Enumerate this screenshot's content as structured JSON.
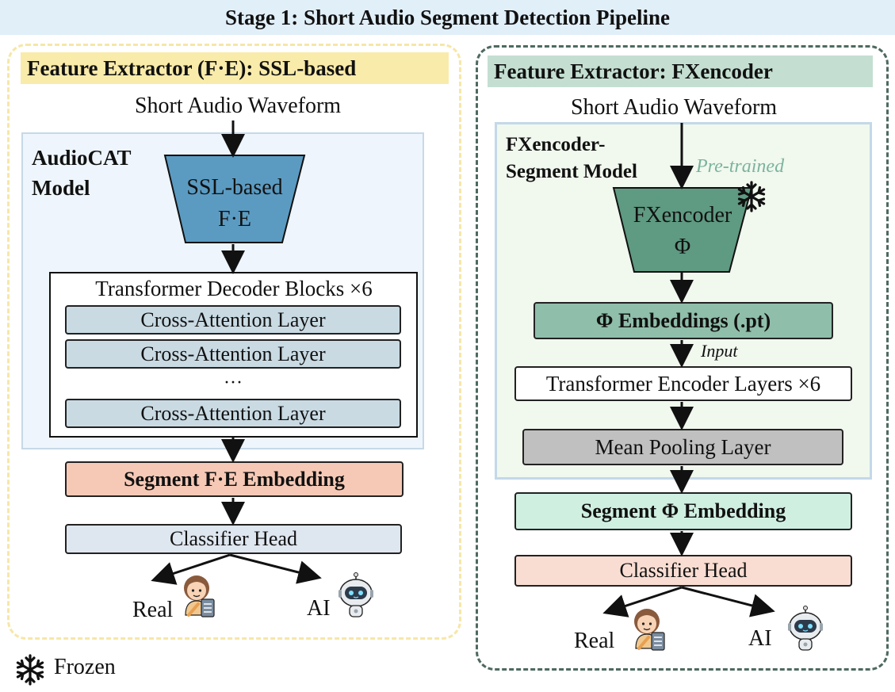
{
  "title": "Stage 1: Short Audio Segment Detection Pipeline",
  "left": {
    "header": "Feature Extractor (F·E): SSL-based",
    "input": "Short Audio Waveform",
    "model_label_line1": "AudioCAT",
    "model_label_line2": "Model",
    "encoder_line1": "SSL-based",
    "encoder_line2": "F·E",
    "decoder_title": "Transformer Decoder Blocks ×6",
    "layers": [
      "Cross-Attention Layer",
      "Cross-Attention Layer",
      "Cross-Attention Layer"
    ],
    "ellipsis": "···",
    "embedding": "Segment F·E Embedding",
    "classifier": "Classifier Head",
    "out_real": "Real",
    "out_ai": "AI"
  },
  "right": {
    "header": "Feature Extractor: FXencoder",
    "input": "Short Audio Waveform",
    "model_label_line1": "FXencoder-",
    "model_label_line2": "Segment Model",
    "pretrained": "Pre-trained",
    "encoder_line1": "FXencoder",
    "encoder_line2": "Φ",
    "phi_embeddings": "Φ Embeddings (.pt)",
    "input_label": "Input",
    "encoder_layers": "Transformer Encoder Layers ×6",
    "pooling": "Mean Pooling Layer",
    "embedding": "Segment Φ Embedding",
    "classifier": "Classifier Head",
    "out_real": "Real",
    "out_ai": "AI"
  },
  "legend": {
    "frozen": "Frozen"
  },
  "colors": {
    "title_bg": "#e1eff9",
    "left_header_bg": "#f9eba9",
    "right_header_bg": "#c4dfd2",
    "ssl_trapezoid": "#5b9bc2",
    "fx_trapezoid": "#5f9a82",
    "segment_fe": "#f6c9b6",
    "phi_embeddings": "#8fbeaa",
    "segment_phi": "#cfefe1",
    "pretrained_text": "#7bb39e"
  },
  "icons": [
    "snowflake-icon",
    "human-avatar-icon",
    "robot-icon"
  ]
}
